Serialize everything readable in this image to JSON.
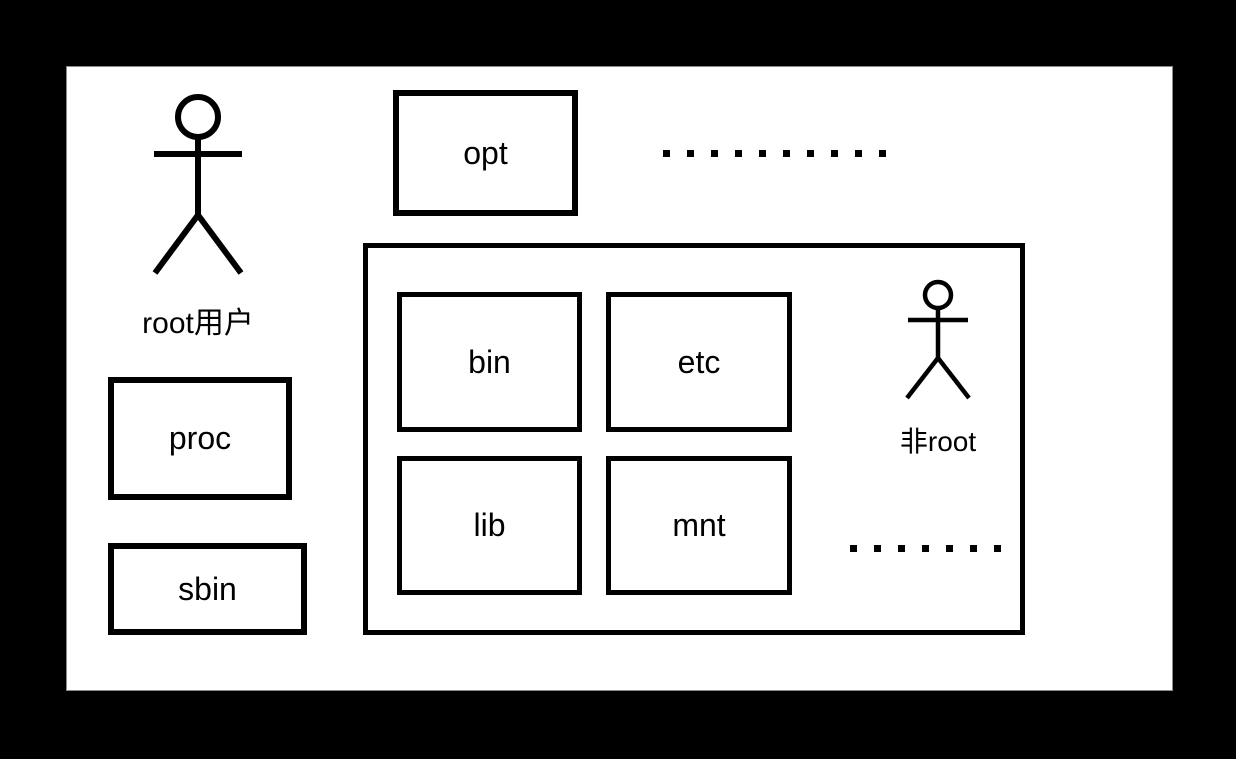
{
  "diagram": {
    "title_hint": "linux-filesystem-permissions-diagram",
    "colors": {
      "page_bg": "#000000",
      "canvas_bg": "#ffffff",
      "line": "#000000",
      "text": "#000000"
    },
    "actors": {
      "root": {
        "label": "root用户",
        "icon": "person-icon"
      },
      "nonroot": {
        "label": "非root",
        "icon": "person-icon"
      }
    },
    "boxes": {
      "opt": {
        "label": "opt"
      },
      "proc": {
        "label": "proc"
      },
      "sbin": {
        "label": "sbin"
      },
      "bin": {
        "label": "bin"
      },
      "etc": {
        "label": "etc"
      },
      "lib": {
        "label": "lib"
      },
      "mnt": {
        "label": "mnt"
      }
    },
    "ellipses": {
      "top": {
        "dot_count": 10
      },
      "bottom": {
        "dot_count": 7
      }
    }
  }
}
